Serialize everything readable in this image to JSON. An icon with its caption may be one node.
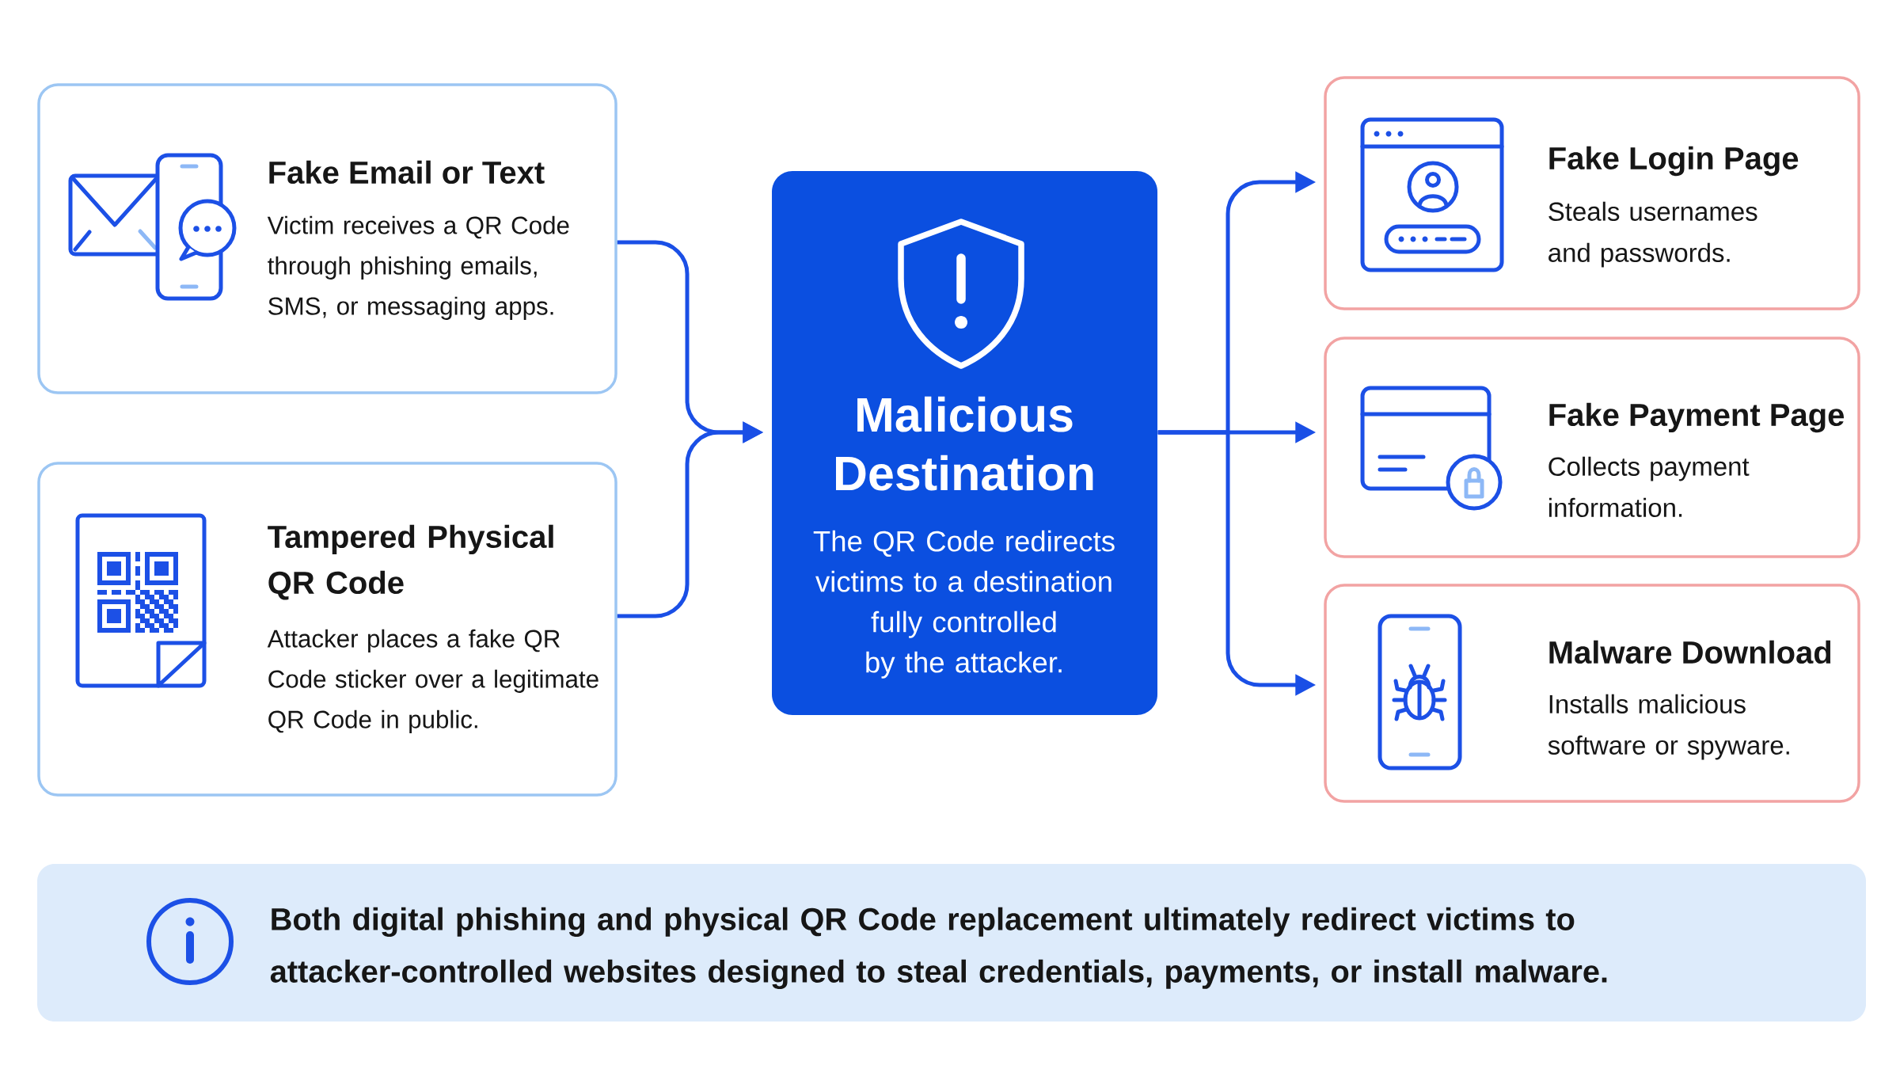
{
  "diagram": {
    "nodes": [
      {
        "text": [
          "Fake Email or Text",
          "Victim receives a QR Code through phishing emails, SMS, or messaging apps."
        ]
      },
      {
        "text": [
          "Tampered Physical QR Code",
          "Attacker places a fake QR Code sticker over a legitimate QR Code in public."
        ]
      },
      {
        "text": [
          "Malicious Destination",
          "The QR Code redirects victims to a destination fully controlled by the attacker."
        ]
      },
      {
        "text": [
          "Fake Login Page",
          "Steals usernames and passwords."
        ]
      },
      {
        "text": [
          "Fake Payment Page",
          "Collects payment information."
        ]
      },
      {
        "text": [
          "Malware Download",
          "Installs malicious software or spyware."
        ]
      },
      {
        "text": [
          "Both digital phishing and physical QR Code replacement ultimately redirect victims to attacker-controlled websites designed to steal credentials, payments, or install malware."
        ]
      }
    ],
    "edges": [
      {
        "from": 0,
        "to": 2,
        "arrow": "to"
      },
      {
        "from": 1,
        "to": 2,
        "arrow": "to"
      },
      {
        "from": 2,
        "to": 3,
        "arrow": "to"
      },
      {
        "from": 2,
        "to": 4,
        "arrow": "to"
      },
      {
        "from": 2,
        "to": 5,
        "arrow": "to"
      }
    ]
  }
}
